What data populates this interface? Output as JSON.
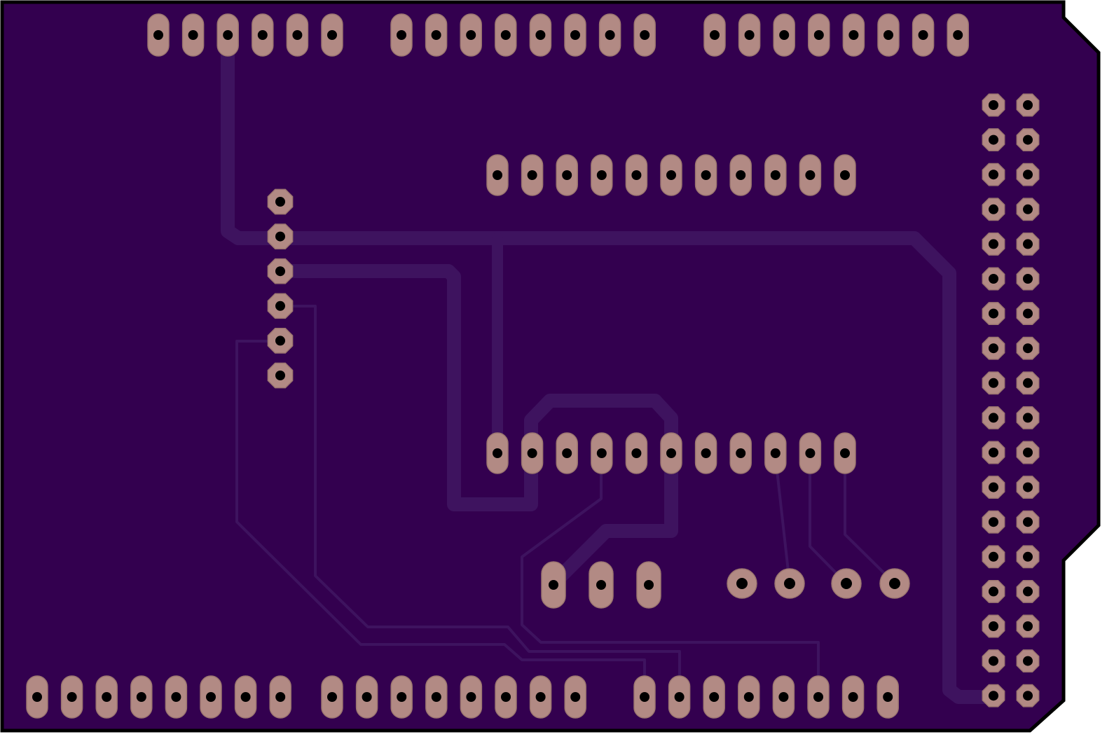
{
  "colors": {
    "background": "#ffffff",
    "board": "#33004f",
    "board_edge": "#000000",
    "trace": "#3e135f",
    "pad": "#b28a84",
    "pad_edge": "#9c7670",
    "drill": "#000000"
  },
  "icons": {
    "oval_pad": "oval-pad-icon",
    "octagon_pad": "octagon-pad-icon",
    "round_pad": "round-pad-icon",
    "drill_hole": "drill-hole-icon"
  },
  "header_groups": {
    "top_power_header_pins": 6,
    "top_digital_header_a_pins": 8,
    "top_digital_header_b_pins": 8,
    "bottom_header_a_pins": 8,
    "bottom_header_b_pins": 8,
    "bottom_header_c_pins": 8,
    "ic_row_upper_pins": 11,
    "ic_row_lower_pins": 11,
    "small_header_pins": 6,
    "three_pin_connector_pins": 3,
    "four_pin_connector_pins": 4,
    "double_row_header_pins_per_column": 18
  }
}
